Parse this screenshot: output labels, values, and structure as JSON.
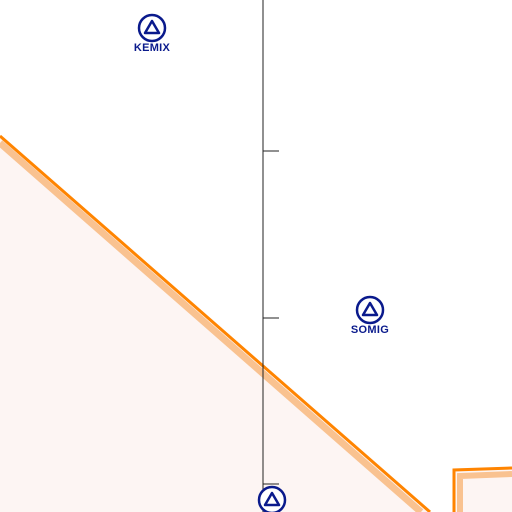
{
  "map": {
    "colors": {
      "background": "#ffffff",
      "airspace_fill": "#fdf5f3",
      "airspace_border": "#ff8400",
      "airspace_border_inner": "#f9c290",
      "route_line": "#222222",
      "waypoint": "#0a1a8c"
    },
    "waypoint_icon": "triangle-in-circle-icon",
    "waypoints": [
      {
        "id": "kemix",
        "name": "KEMIX"
      },
      {
        "id": "somig",
        "name": "SOMIG"
      },
      {
        "id": "bottom",
        "name": ""
      }
    ]
  }
}
